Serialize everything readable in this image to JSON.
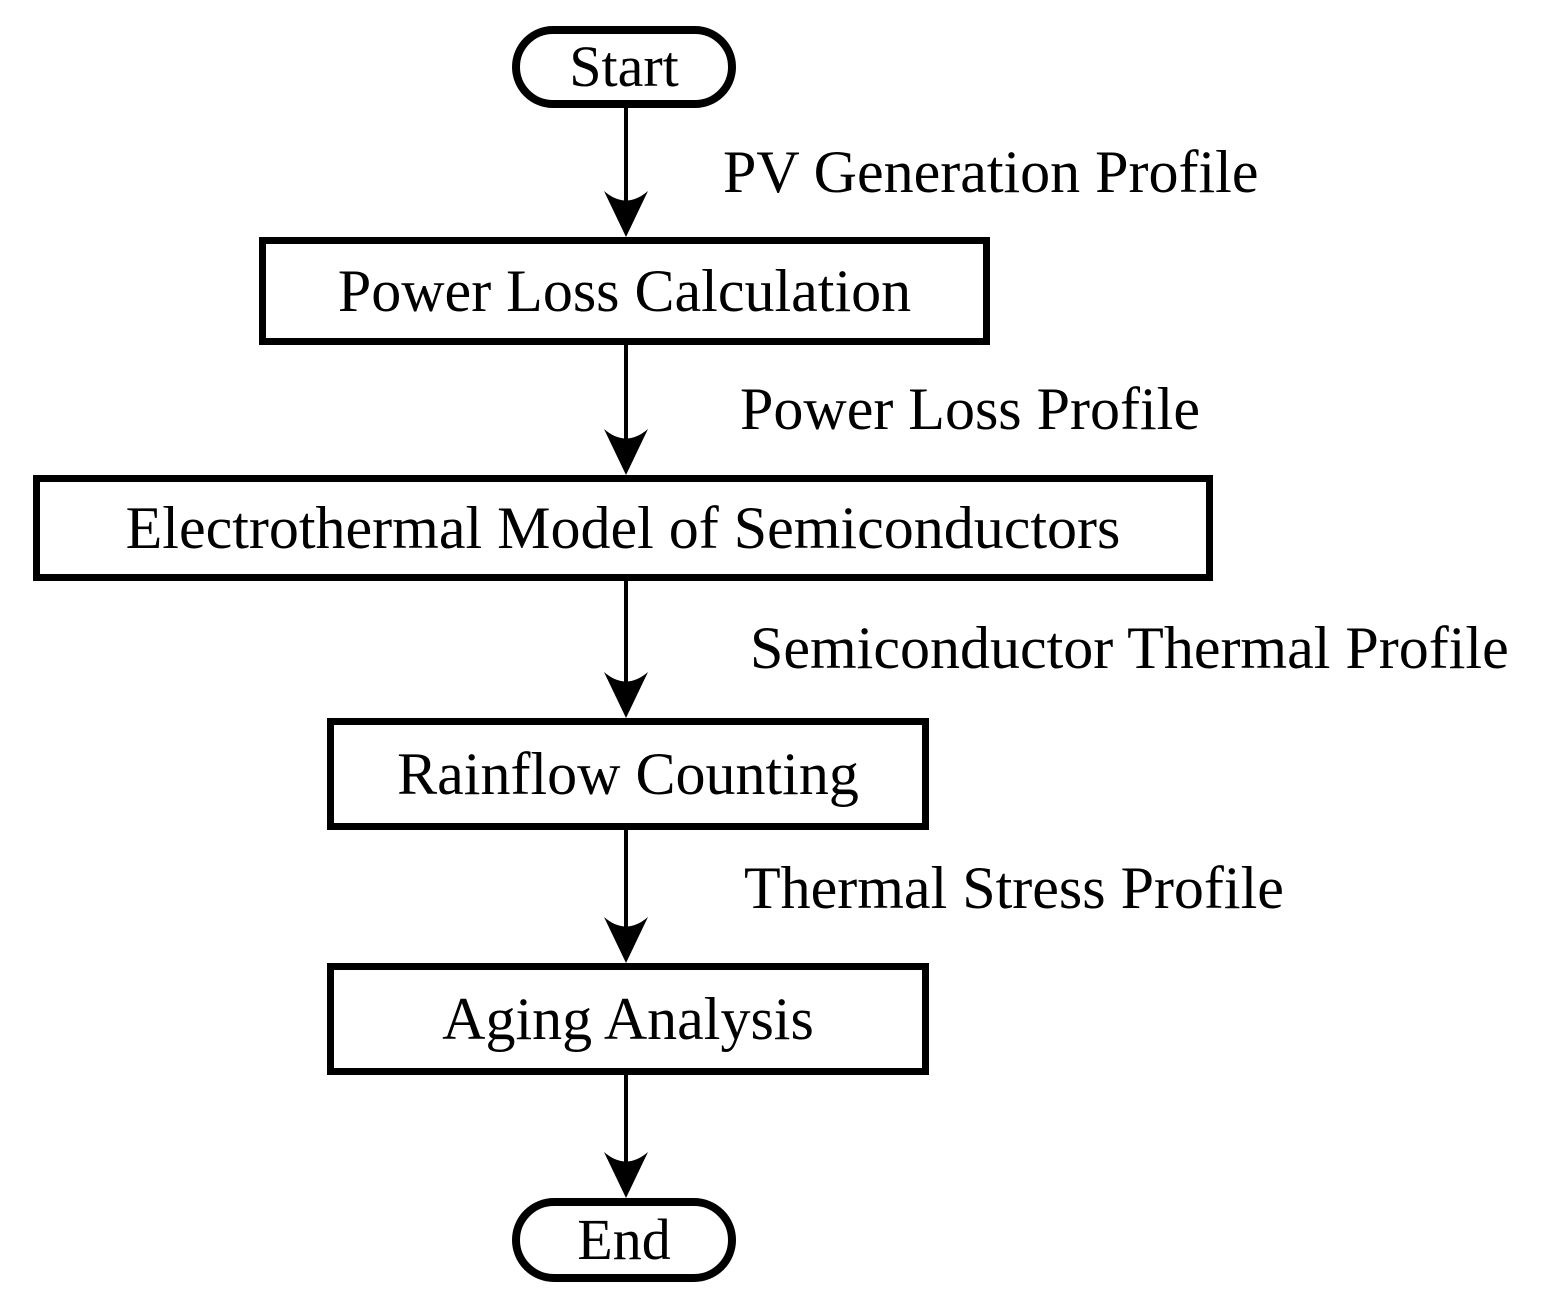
{
  "diagram": {
    "type": "flowchart",
    "direction": "top-down",
    "colors": {
      "stroke": "#000000",
      "fill": "#ffffff",
      "text": "#000000"
    },
    "nodes": [
      {
        "id": "start",
        "shape": "terminator",
        "label": "Start"
      },
      {
        "id": "power-loss",
        "shape": "process",
        "label": "Power Loss Calculation"
      },
      {
        "id": "electrothermal",
        "shape": "process",
        "label": "Electrothermal Model of Semiconductors"
      },
      {
        "id": "rainflow",
        "shape": "process",
        "label": "Rainflow Counting"
      },
      {
        "id": "aging",
        "shape": "process",
        "label": "Aging Analysis"
      },
      {
        "id": "end",
        "shape": "terminator",
        "label": "End"
      }
    ],
    "edges": [
      {
        "from": "start",
        "to": "power-loss",
        "label": "PV Generation Profile"
      },
      {
        "from": "power-loss",
        "to": "electrothermal",
        "label": "Power Loss Profile"
      },
      {
        "from": "electrothermal",
        "to": "rainflow",
        "label": "Semiconductor Thermal Profile"
      },
      {
        "from": "rainflow",
        "to": "aging",
        "label": "Thermal Stress Profile"
      },
      {
        "from": "aging",
        "to": "end",
        "label": ""
      }
    ]
  }
}
